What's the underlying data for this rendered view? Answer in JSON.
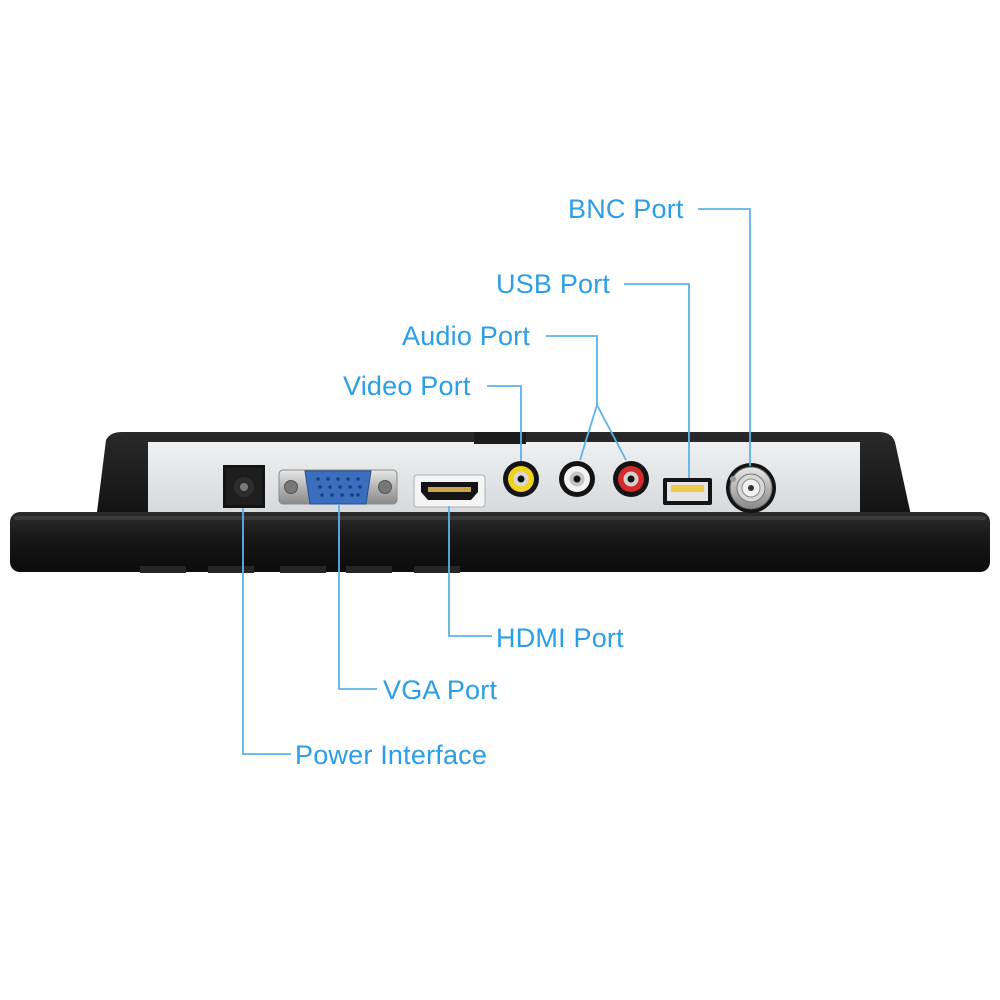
{
  "colors": {
    "label": "#2a9ee6",
    "leader": "#5cb3ea",
    "bezel": "#141414",
    "panel": "#e3e5e7",
    "vga": "#3a6fc0",
    "video_jack": "#f2d21c",
    "audio_left_jack": "#f3f3f3",
    "audio_right_jack": "#d62a2a"
  },
  "labels": {
    "bnc": "BNC Port",
    "usb": "USB Port",
    "audio": "Audio Port",
    "video": "Video Port",
    "hdmi": "HDMI Port",
    "vga": "VGA Port",
    "power": "Power Interface"
  },
  "icons": {
    "power": "dc-power-jack-icon",
    "vga": "vga-connector-icon",
    "hdmi": "hdmi-connector-icon",
    "video": "rca-yellow-jack-icon",
    "audio_left": "rca-white-jack-icon",
    "audio_right": "rca-red-jack-icon",
    "usb": "usb-a-port-icon",
    "bnc": "bnc-connector-icon"
  }
}
